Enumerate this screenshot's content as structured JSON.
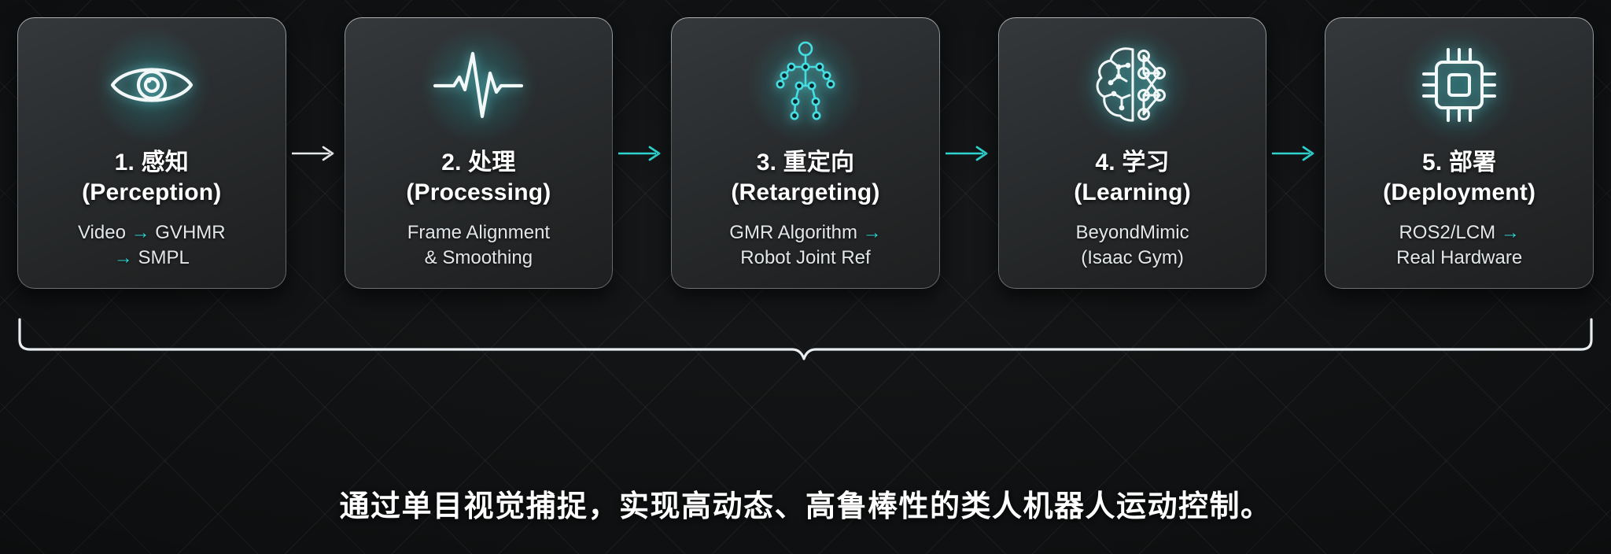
{
  "theme": {
    "background": "#0d0f10",
    "card_bg_top": "#35383a",
    "card_bg_bottom": "#1d1f20",
    "accent": "#2fd3cf",
    "accent_glow": "#7beaf0",
    "text_primary": "#ffffff",
    "text_secondary": "#e3e6e9",
    "arrow_first": "#e8ebee",
    "arrow_rest": "#2fd3cf"
  },
  "pipeline": {
    "steps": [
      {
        "id": "perception",
        "icon": "eye-icon",
        "title_line1": "1. 感知",
        "title_line2": "(Perception)",
        "subtitle_line1_pre": "Video",
        "subtitle_line1_arrow": "→",
        "subtitle_line1_post": "GVHMR",
        "subtitle_line2_arrow": "→",
        "subtitle_line2_post": "SMPL"
      },
      {
        "id": "processing",
        "icon": "waveform-icon",
        "title_line1": "2. 处理",
        "title_line2": "(Processing)",
        "subtitle_line1_pre": "Frame Alignment",
        "subtitle_line1_arrow": "",
        "subtitle_line1_post": "",
        "subtitle_line2_arrow": "",
        "subtitle_line2_post": "& Smoothing"
      },
      {
        "id": "retargeting",
        "icon": "skeleton-joints-icon",
        "title_line1": "3. 重定向",
        "title_line2": "(Retargeting)",
        "subtitle_line1_pre": "GMR Algorithm",
        "subtitle_line1_arrow": "→",
        "subtitle_line1_post": "",
        "subtitle_line2_arrow": "",
        "subtitle_line2_post": "Robot Joint Ref"
      },
      {
        "id": "learning",
        "icon": "brain-neural-network-icon",
        "title_line1": "4. 学习",
        "title_line2": "(Learning)",
        "subtitle_line1_pre": "BeyondMimic",
        "subtitle_line1_arrow": "",
        "subtitle_line1_post": "",
        "subtitle_line2_arrow": "",
        "subtitle_line2_post": "(Isaac Gym)"
      },
      {
        "id": "deployment",
        "icon": "cpu-chip-icon",
        "title_line1": "5. 部署",
        "title_line2": "(Deployment)",
        "subtitle_line1_pre": "ROS2/LCM",
        "subtitle_line1_arrow": "→",
        "subtitle_line1_post": "",
        "subtitle_line2_arrow": "",
        "subtitle_line2_post": "Real Hardware"
      }
    ],
    "arrows": [
      {
        "id": "arrow-1-to-2",
        "glyph": "→",
        "color": "#e8ebee"
      },
      {
        "id": "arrow-2-to-3",
        "glyph": "→",
        "color": "#2fd3cf"
      },
      {
        "id": "arrow-3-to-4",
        "glyph": "→",
        "color": "#2fd3cf"
      },
      {
        "id": "arrow-4-to-5",
        "glyph": "→",
        "color": "#2fd3cf"
      }
    ]
  },
  "summary": {
    "caption": "通过单目视觉捕捉，实现高动态、高鲁棒性的类人机器人运动控制。"
  }
}
